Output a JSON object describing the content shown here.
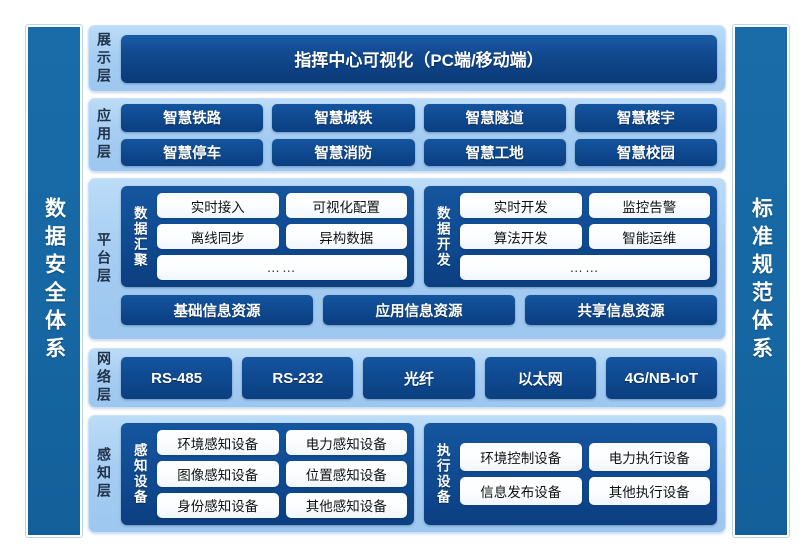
{
  "pillars": {
    "left": {
      "name": "data-security-system",
      "text": "数据安全体系"
    },
    "right": {
      "name": "standard-specification-system",
      "text": "标准规范体系"
    }
  },
  "layers": {
    "display": {
      "label": "展示层",
      "banner": "指挥中心可视化（PC端/移动端）"
    },
    "application": {
      "label": "应用层",
      "row1": [
        "智慧铁路",
        "智慧城铁",
        "智慧隧道",
        "智慧楼宇"
      ],
      "row2": [
        "智慧停车",
        "智慧消防",
        "智慧工地",
        "智慧校园"
      ]
    },
    "platform": {
      "label": "平台层",
      "groups": [
        {
          "title": "数据汇聚",
          "row1": [
            "实时接入",
            "可视化配置"
          ],
          "row2": [
            "离线同步",
            "异构数据"
          ],
          "row3": "……"
        },
        {
          "title": "数据开发",
          "row1": [
            "实时开发",
            "监控告警"
          ],
          "row2": [
            "算法开发",
            "智能运维"
          ],
          "row3": "……"
        }
      ],
      "resources": [
        "基础信息资源",
        "应用信息资源",
        "共享信息资源"
      ]
    },
    "network": {
      "label": "网络层",
      "items": [
        "RS-485",
        "RS-232",
        "光纤",
        "以太网",
        "4G/NB-IoT"
      ]
    },
    "perception": {
      "label": "感知层",
      "groups": [
        {
          "title": "感知设备",
          "row1": [
            "环境感知设备",
            "电力感知设备"
          ],
          "row2": [
            "图像感知设备",
            "位置感知设备"
          ],
          "row3": [
            "身份感知设备",
            "其他感知设备"
          ]
        },
        {
          "title": "执行设备",
          "row1": [
            "环境控制设备",
            "电力执行设备"
          ],
          "row2": [
            "信息发布设备",
            "其他执行设备"
          ]
        }
      ]
    }
  },
  "colors": {
    "pillar_blue": "#1668a4",
    "chip_dark_blue": "#0f4a91",
    "band_light_blue": "#a6cdf2",
    "banner_blue": "#11498f",
    "white_chip": "#ffffff",
    "label_text": "#20314a"
  }
}
